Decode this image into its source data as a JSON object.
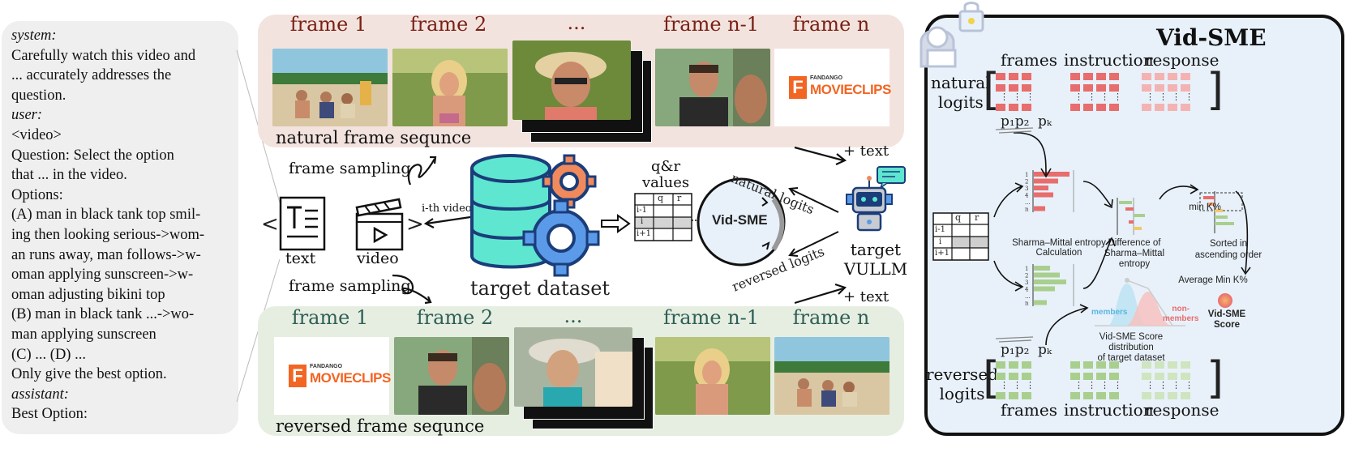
{
  "prompt": {
    "lines": [
      {
        "text": "system:",
        "italic": true
      },
      {
        "text": "Carefully watch this video and",
        "italic": false
      },
      {
        "text": "... accurately addresses the",
        "italic": false
      },
      {
        "text": "question.",
        "italic": false
      },
      {
        "text": "user:",
        "italic": true
      },
      {
        "text": "<video>",
        "italic": false
      },
      {
        "text": "Question: Select the option",
        "italic": false
      },
      {
        "text": "that ... in the video.",
        "italic": false
      },
      {
        "text": "Options:",
        "italic": false
      },
      {
        "text": "(A) man in black tank top smil-",
        "italic": false
      },
      {
        "text": "ing then looking serious->wom-",
        "italic": false
      },
      {
        "text": "an runs away, man follows->w-",
        "italic": false
      },
      {
        "text": "oman applying sunscreen->w-",
        "italic": false
      },
      {
        "text": "oman adjusting bikini top",
        "italic": false
      },
      {
        "text": "(B) man in black tank ...->wo-",
        "italic": false
      },
      {
        "text": "man applying sunscreen",
        "italic": false
      },
      {
        "text": "(C) ... (D) ...",
        "italic": false
      },
      {
        "text": "Only give the best option.",
        "italic": false
      },
      {
        "text": "assistant:",
        "italic": true
      },
      {
        "text": "Best Option:",
        "italic": false
      }
    ]
  },
  "natural": {
    "labels": [
      "frame 1",
      "frame 2",
      "...",
      "frame n-1",
      "frame n"
    ],
    "caption": "natural frame sequnce"
  },
  "reversed": {
    "labels": [
      "frame 1",
      "frame 2",
      "...",
      "frame n-1",
      "frame n"
    ],
    "caption": "reversed frame sequnce"
  },
  "logo": {
    "line1": "FANDANGO",
    "line2": "MOVIECLIPS"
  },
  "middle": {
    "frame_sampling_top": "frame sampling",
    "frame_sampling_bottom": "frame sampling",
    "text_label": "text",
    "video_label": "video",
    "ith_video": "i-th video",
    "target_dataset": "target dataset",
    "qr_values": [
      "q&r",
      "values"
    ],
    "table": {
      "headers": [
        "",
        "q",
        "r"
      ],
      "rows": [
        "i-1",
        "i",
        "i+1"
      ]
    },
    "vidsme": "Vid-SME",
    "natural_logits": "natural logits",
    "reversed_logits": "reversed logits",
    "plus_text_top": "+ text",
    "plus_text_bottom": "+ text",
    "target_model": [
      "target",
      "VULLM"
    ]
  },
  "sme": {
    "title": "Vid-SME",
    "headers_top": [
      "frames",
      "instruction",
      "response"
    ],
    "headers_bottom": [
      "frames",
      "instruction",
      "response"
    ],
    "natural_logits": [
      "natural",
      "logits"
    ],
    "reversed_logits": [
      "reversed",
      "logits"
    ],
    "p_labels": [
      "p₁p₂",
      "pₖ"
    ],
    "entropy_calc": "Sharma–Mittal entropy Calculation",
    "difference": [
      "Difference of",
      "Sharma–Mittal",
      "entropy"
    ],
    "min_k": "min K%",
    "sorted": [
      "Sorted in",
      "ascending order"
    ],
    "avg_min_k": "Average Min K%",
    "score": [
      "Vid-SME",
      "Score"
    ],
    "members": "members",
    "non_members": [
      "non-",
      "members"
    ],
    "distribution": [
      "Vid-SME Score distribution",
      "of target dataset"
    ],
    "bar_rows": [
      "1",
      "2",
      "3",
      "4",
      "...",
      "n"
    ]
  },
  "colors": {
    "red": "#e86d6d",
    "red_light": "#f3b3b3",
    "green": "#a9cf8e",
    "green_light": "#cfe5bf",
    "teal": "#5ee6d0",
    "orange": "#f08a5d",
    "blue_gear": "#5b9ae8",
    "navy": "#1b3d7a"
  }
}
